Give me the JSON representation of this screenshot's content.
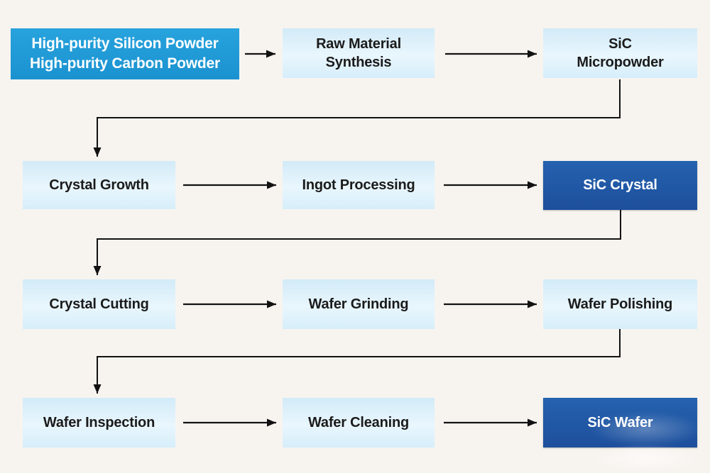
{
  "diagram": {
    "type": "flowchart",
    "subject": "SiC wafer manufacturing process",
    "colors": {
      "background": "#f7f4f0",
      "box_primary_blue": "#1d9ad7",
      "box_light_blue": "#daeefa",
      "box_dark_blue": "#1f56a5",
      "text_on_light": "#1b1b1b",
      "text_on_blue": "#ffffff",
      "connector_line": "#121212"
    },
    "rows": [
      {
        "boxes": [
          {
            "id": "silicon-carbon-powder",
            "style": "primary",
            "label_lines": [
              "High-purity Silicon Powder",
              "High-purity Carbon Powder"
            ]
          },
          {
            "id": "raw-material-synthesis",
            "style": "light",
            "label_lines": [
              "Raw Material",
              "Synthesis"
            ]
          },
          {
            "id": "sic-micropowder",
            "style": "light",
            "label_lines": [
              "SiC",
              "Micropowder"
            ]
          }
        ]
      },
      {
        "boxes": [
          {
            "id": "crystal-growth",
            "style": "light",
            "label_lines": [
              "Crystal Growth"
            ]
          },
          {
            "id": "ingot-processing",
            "style": "light",
            "label_lines": [
              "Ingot Processing"
            ]
          },
          {
            "id": "sic-crystal",
            "style": "dark",
            "label_lines": [
              "SiC Crystal"
            ]
          }
        ]
      },
      {
        "boxes": [
          {
            "id": "crystal-cutting",
            "style": "light",
            "label_lines": [
              "Crystal Cutting"
            ]
          },
          {
            "id": "wafer-grinding",
            "style": "light",
            "label_lines": [
              "Wafer Grinding"
            ]
          },
          {
            "id": "wafer-polishing",
            "style": "light",
            "label_lines": [
              "Wafer Polishing"
            ]
          }
        ]
      },
      {
        "boxes": [
          {
            "id": "wafer-inspection",
            "style": "light",
            "label_lines": [
              "Wafer Inspection"
            ]
          },
          {
            "id": "wafer-cleaning",
            "style": "light",
            "label_lines": [
              "Wafer Cleaning"
            ]
          },
          {
            "id": "sic-wafer",
            "style": "dark",
            "label_lines": [
              "SiC Wafer"
            ]
          }
        ]
      }
    ],
    "edges": [
      {
        "from": "silicon-carbon-powder",
        "to": "raw-material-synthesis"
      },
      {
        "from": "raw-material-synthesis",
        "to": "sic-micropowder"
      },
      {
        "from": "sic-micropowder",
        "to": "crystal-growth"
      },
      {
        "from": "crystal-growth",
        "to": "ingot-processing"
      },
      {
        "from": "ingot-processing",
        "to": "sic-crystal"
      },
      {
        "from": "sic-crystal",
        "to": "crystal-cutting"
      },
      {
        "from": "crystal-cutting",
        "to": "wafer-grinding"
      },
      {
        "from": "wafer-grinding",
        "to": "wafer-polishing"
      },
      {
        "from": "wafer-polishing",
        "to": "wafer-inspection"
      },
      {
        "from": "wafer-inspection",
        "to": "wafer-cleaning"
      },
      {
        "from": "wafer-cleaning",
        "to": "sic-wafer"
      }
    ]
  }
}
